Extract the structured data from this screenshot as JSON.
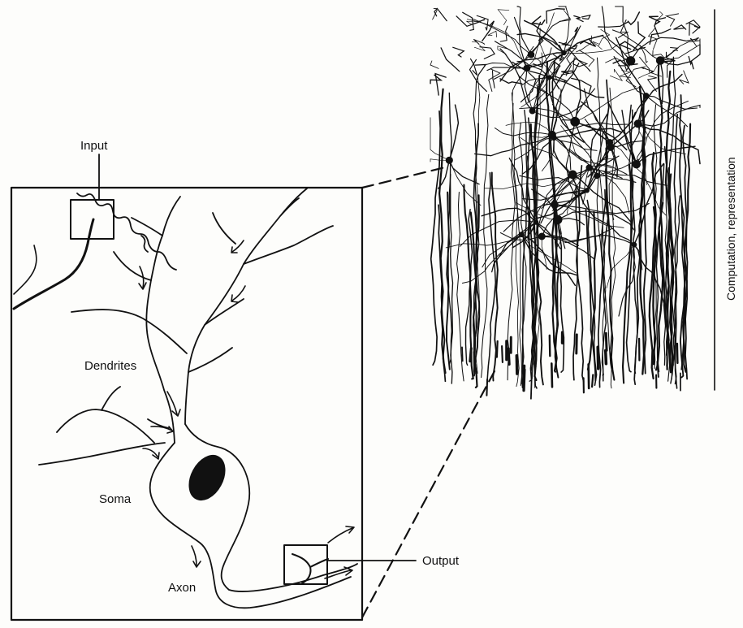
{
  "labels": {
    "input": "Input",
    "dendrites": "Dendrites",
    "soma": "Soma",
    "axon": "Axon",
    "output": "Output",
    "side": "Computation, representation"
  }
}
